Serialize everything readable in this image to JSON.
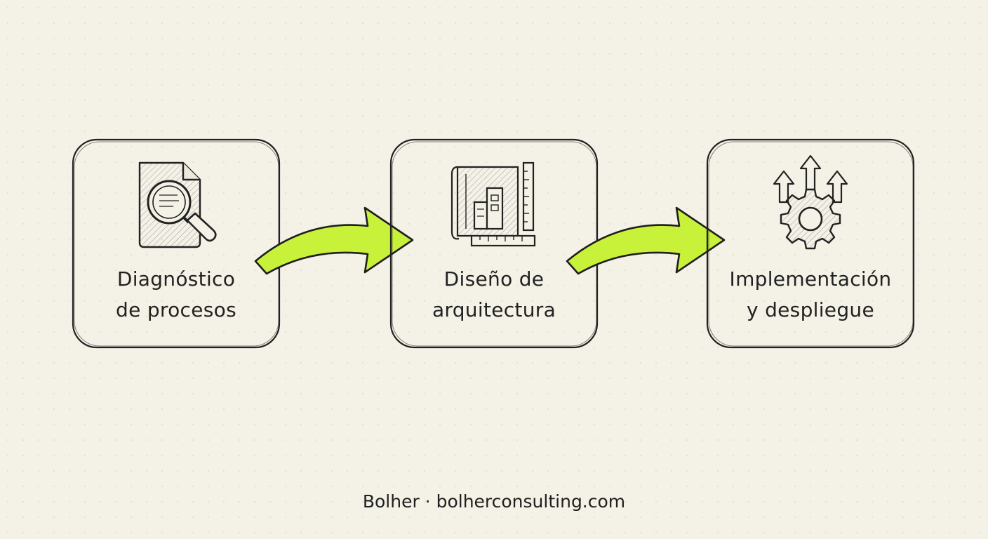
{
  "steps": [
    {
      "label": "Diagnóstico\nde procesos",
      "icon": "document-magnifier-icon"
    },
    {
      "label": "Diseño de\narquitectura",
      "icon": "blueprint-ruler-icon"
    },
    {
      "label": "Implementación\ny despliegue",
      "icon": "gear-arrows-up-icon"
    }
  ],
  "footer": "Bolher · bolherconsulting.com",
  "colors": {
    "background": "#f4f1e6",
    "accent": "#c8f23a",
    "ink": "#222222"
  }
}
